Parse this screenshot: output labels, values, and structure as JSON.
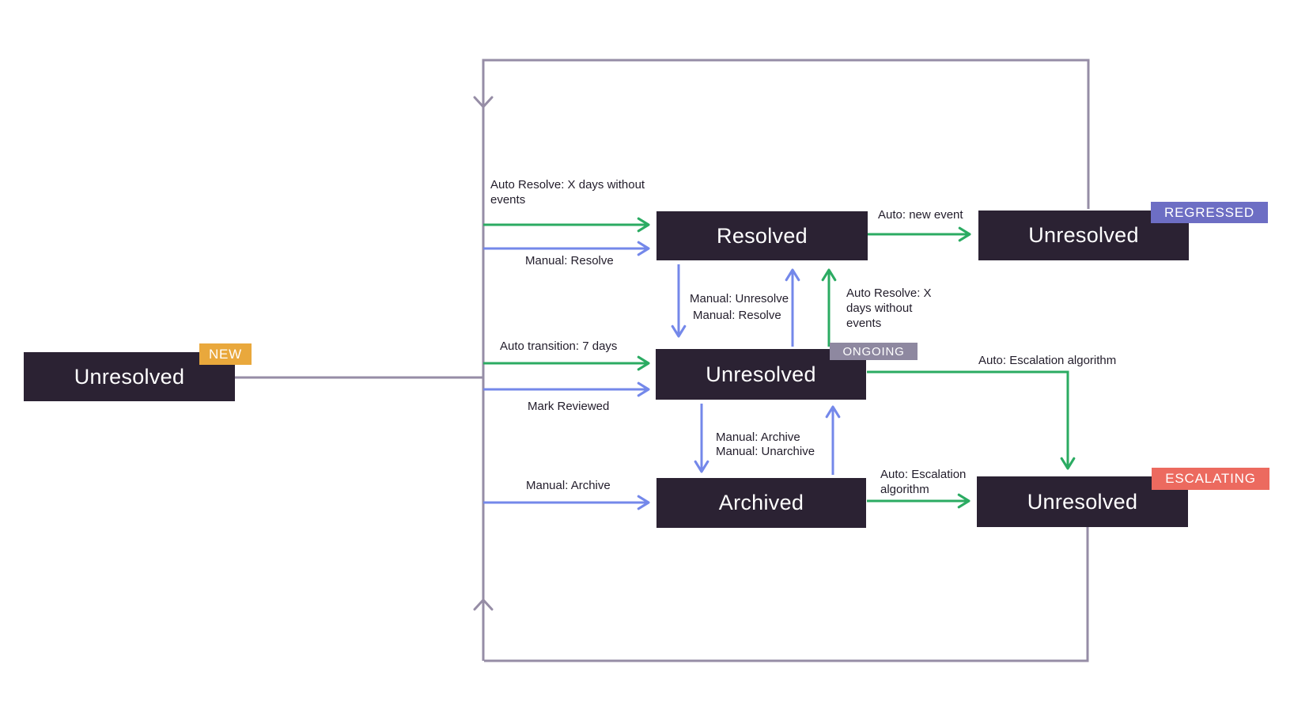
{
  "diagram": {
    "nodes": {
      "new": {
        "label": "Unresolved",
        "badge": "NEW"
      },
      "resolved": {
        "label": "Resolved"
      },
      "regressed": {
        "label": "Unresolved",
        "badge": "REGRESSED"
      },
      "ongoing": {
        "label": "Unresolved",
        "badge": "ONGOING"
      },
      "archived": {
        "label": "Archived"
      },
      "escalating": {
        "label": "Unresolved",
        "badge": "ESCALATING"
      }
    },
    "edges": {
      "auto_resolve_top": {
        "label": "Auto Resolve: X days without events",
        "from": "unresolved-flow",
        "to": "resolved",
        "type": "auto"
      },
      "manual_resolve_top": {
        "label": "Manual: Resolve",
        "from": "unresolved-flow",
        "to": "resolved",
        "type": "manual"
      },
      "auto_new_event": {
        "label": "Auto: new event",
        "from": "resolved",
        "to": "regressed",
        "type": "auto"
      },
      "manual_unresolve": {
        "label": "Manual: Unresolve",
        "from": "resolved",
        "to": "ongoing",
        "type": "manual"
      },
      "manual_resolve_mid": {
        "label": "Manual: Resolve",
        "from": "ongoing",
        "to": "resolved",
        "type": "manual"
      },
      "auto_resolve_mid": {
        "label": "Auto Resolve: X days without events",
        "from": "ongoing",
        "to": "resolved",
        "type": "auto"
      },
      "auto_transition": {
        "label": "Auto transition: 7 days",
        "from": "unresolved-flow",
        "to": "ongoing",
        "type": "auto"
      },
      "mark_reviewed": {
        "label": "Mark Reviewed",
        "from": "unresolved-flow",
        "to": "ongoing",
        "type": "manual"
      },
      "auto_escalation_right": {
        "label": "Auto: Escalation algorithm",
        "from": "ongoing",
        "to": "escalating",
        "type": "auto"
      },
      "manual_archive_mid": {
        "label": "Manual: Archive",
        "from": "ongoing",
        "to": "archived",
        "type": "manual"
      },
      "manual_unarchive": {
        "label": "Manual: Unarchive",
        "from": "archived",
        "to": "ongoing",
        "type": "manual"
      },
      "manual_archive_left": {
        "label": "Manual: Archive",
        "from": "unresolved-flow",
        "to": "archived",
        "type": "manual"
      },
      "auto_escalation_bottom": {
        "label": "Auto: Escalation algorithm",
        "from": "archived",
        "to": "escalating",
        "type": "auto"
      }
    },
    "colors": {
      "auto_arrow_green": "#2bab62",
      "manual_arrow_blue": "#7488ea",
      "loop_line_gray": "#968da6",
      "node_background": "#2b2233",
      "node_text": "#ffffff",
      "badge_new": "#e9a83c",
      "badge_regressed": "#6d6ec4",
      "badge_ongoing": "#8e88a0",
      "badge_escalating": "#ec6a5f"
    }
  }
}
